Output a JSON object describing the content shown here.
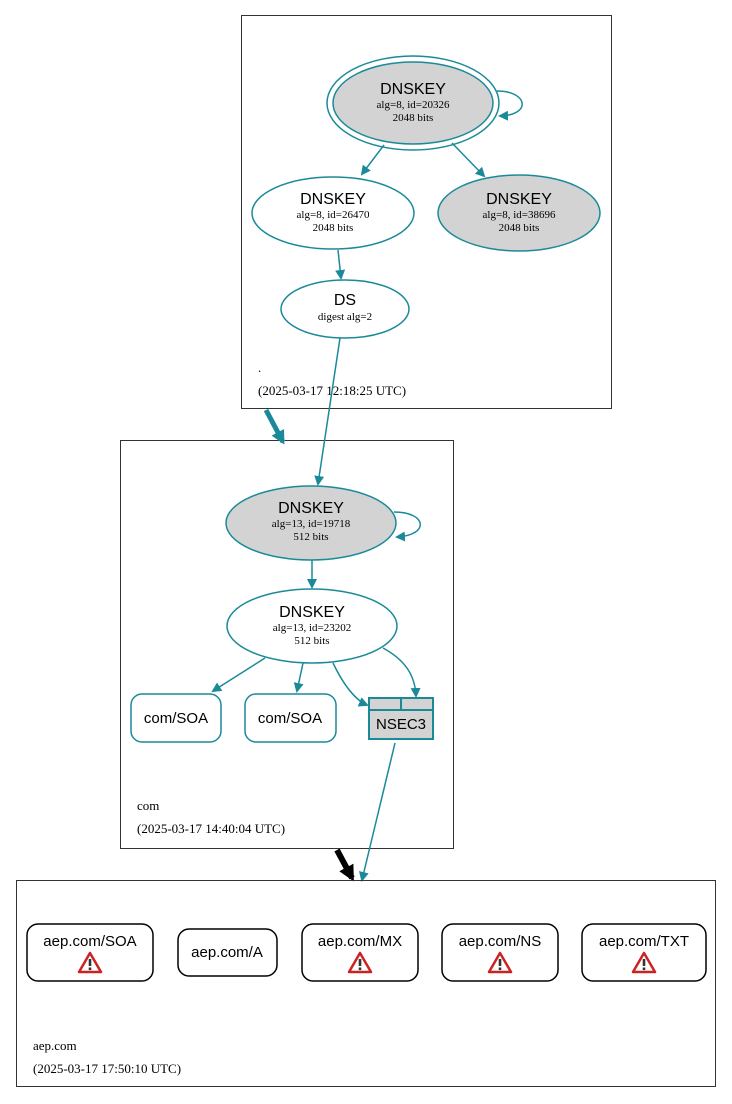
{
  "colors": {
    "edge": "#1a8a99",
    "node_fill_gray": "#d3d3d3",
    "node_fill_white": "#ffffff",
    "zone_border": "#333333",
    "delegation_insecure": "#000000",
    "warning_red": "#cc2222"
  },
  "zones": {
    "root": {
      "name": ".",
      "timestamp": "(2025-03-17 12:18:25 UTC)",
      "nodes": {
        "ksk": {
          "title": "DNSKEY",
          "line1": "alg=8, id=20326",
          "line2": "2048 bits"
        },
        "zsk": {
          "title": "DNSKEY",
          "line1": "alg=8, id=26470",
          "line2": "2048 bits"
        },
        "key3": {
          "title": "DNSKEY",
          "line1": "alg=8, id=38696",
          "line2": "2048 bits"
        },
        "ds": {
          "title": "DS",
          "line1": "digest alg=2"
        }
      }
    },
    "com": {
      "name": "com",
      "timestamp": "(2025-03-17 14:40:04 UTC)",
      "nodes": {
        "ksk": {
          "title": "DNSKEY",
          "line1": "alg=13, id=19718",
          "line2": "512 bits"
        },
        "zsk": {
          "title": "DNSKEY",
          "line1": "alg=13, id=23202",
          "line2": "512 bits"
        },
        "soa1": {
          "label": "com/SOA"
        },
        "soa2": {
          "label": "com/SOA"
        },
        "nsec3": {
          "label": "NSEC3"
        }
      }
    },
    "aep": {
      "name": "aep.com",
      "timestamp": "(2025-03-17 17:50:10 UTC)",
      "records": [
        {
          "label": "aep.com/SOA",
          "warning": true,
          "icon": "warning-icon"
        },
        {
          "label": "aep.com/A",
          "warning": false
        },
        {
          "label": "aep.com/MX",
          "warning": true,
          "icon": "warning-icon"
        },
        {
          "label": "aep.com/NS",
          "warning": true,
          "icon": "warning-icon"
        },
        {
          "label": "aep.com/TXT",
          "warning": true,
          "icon": "warning-icon"
        }
      ]
    }
  }
}
